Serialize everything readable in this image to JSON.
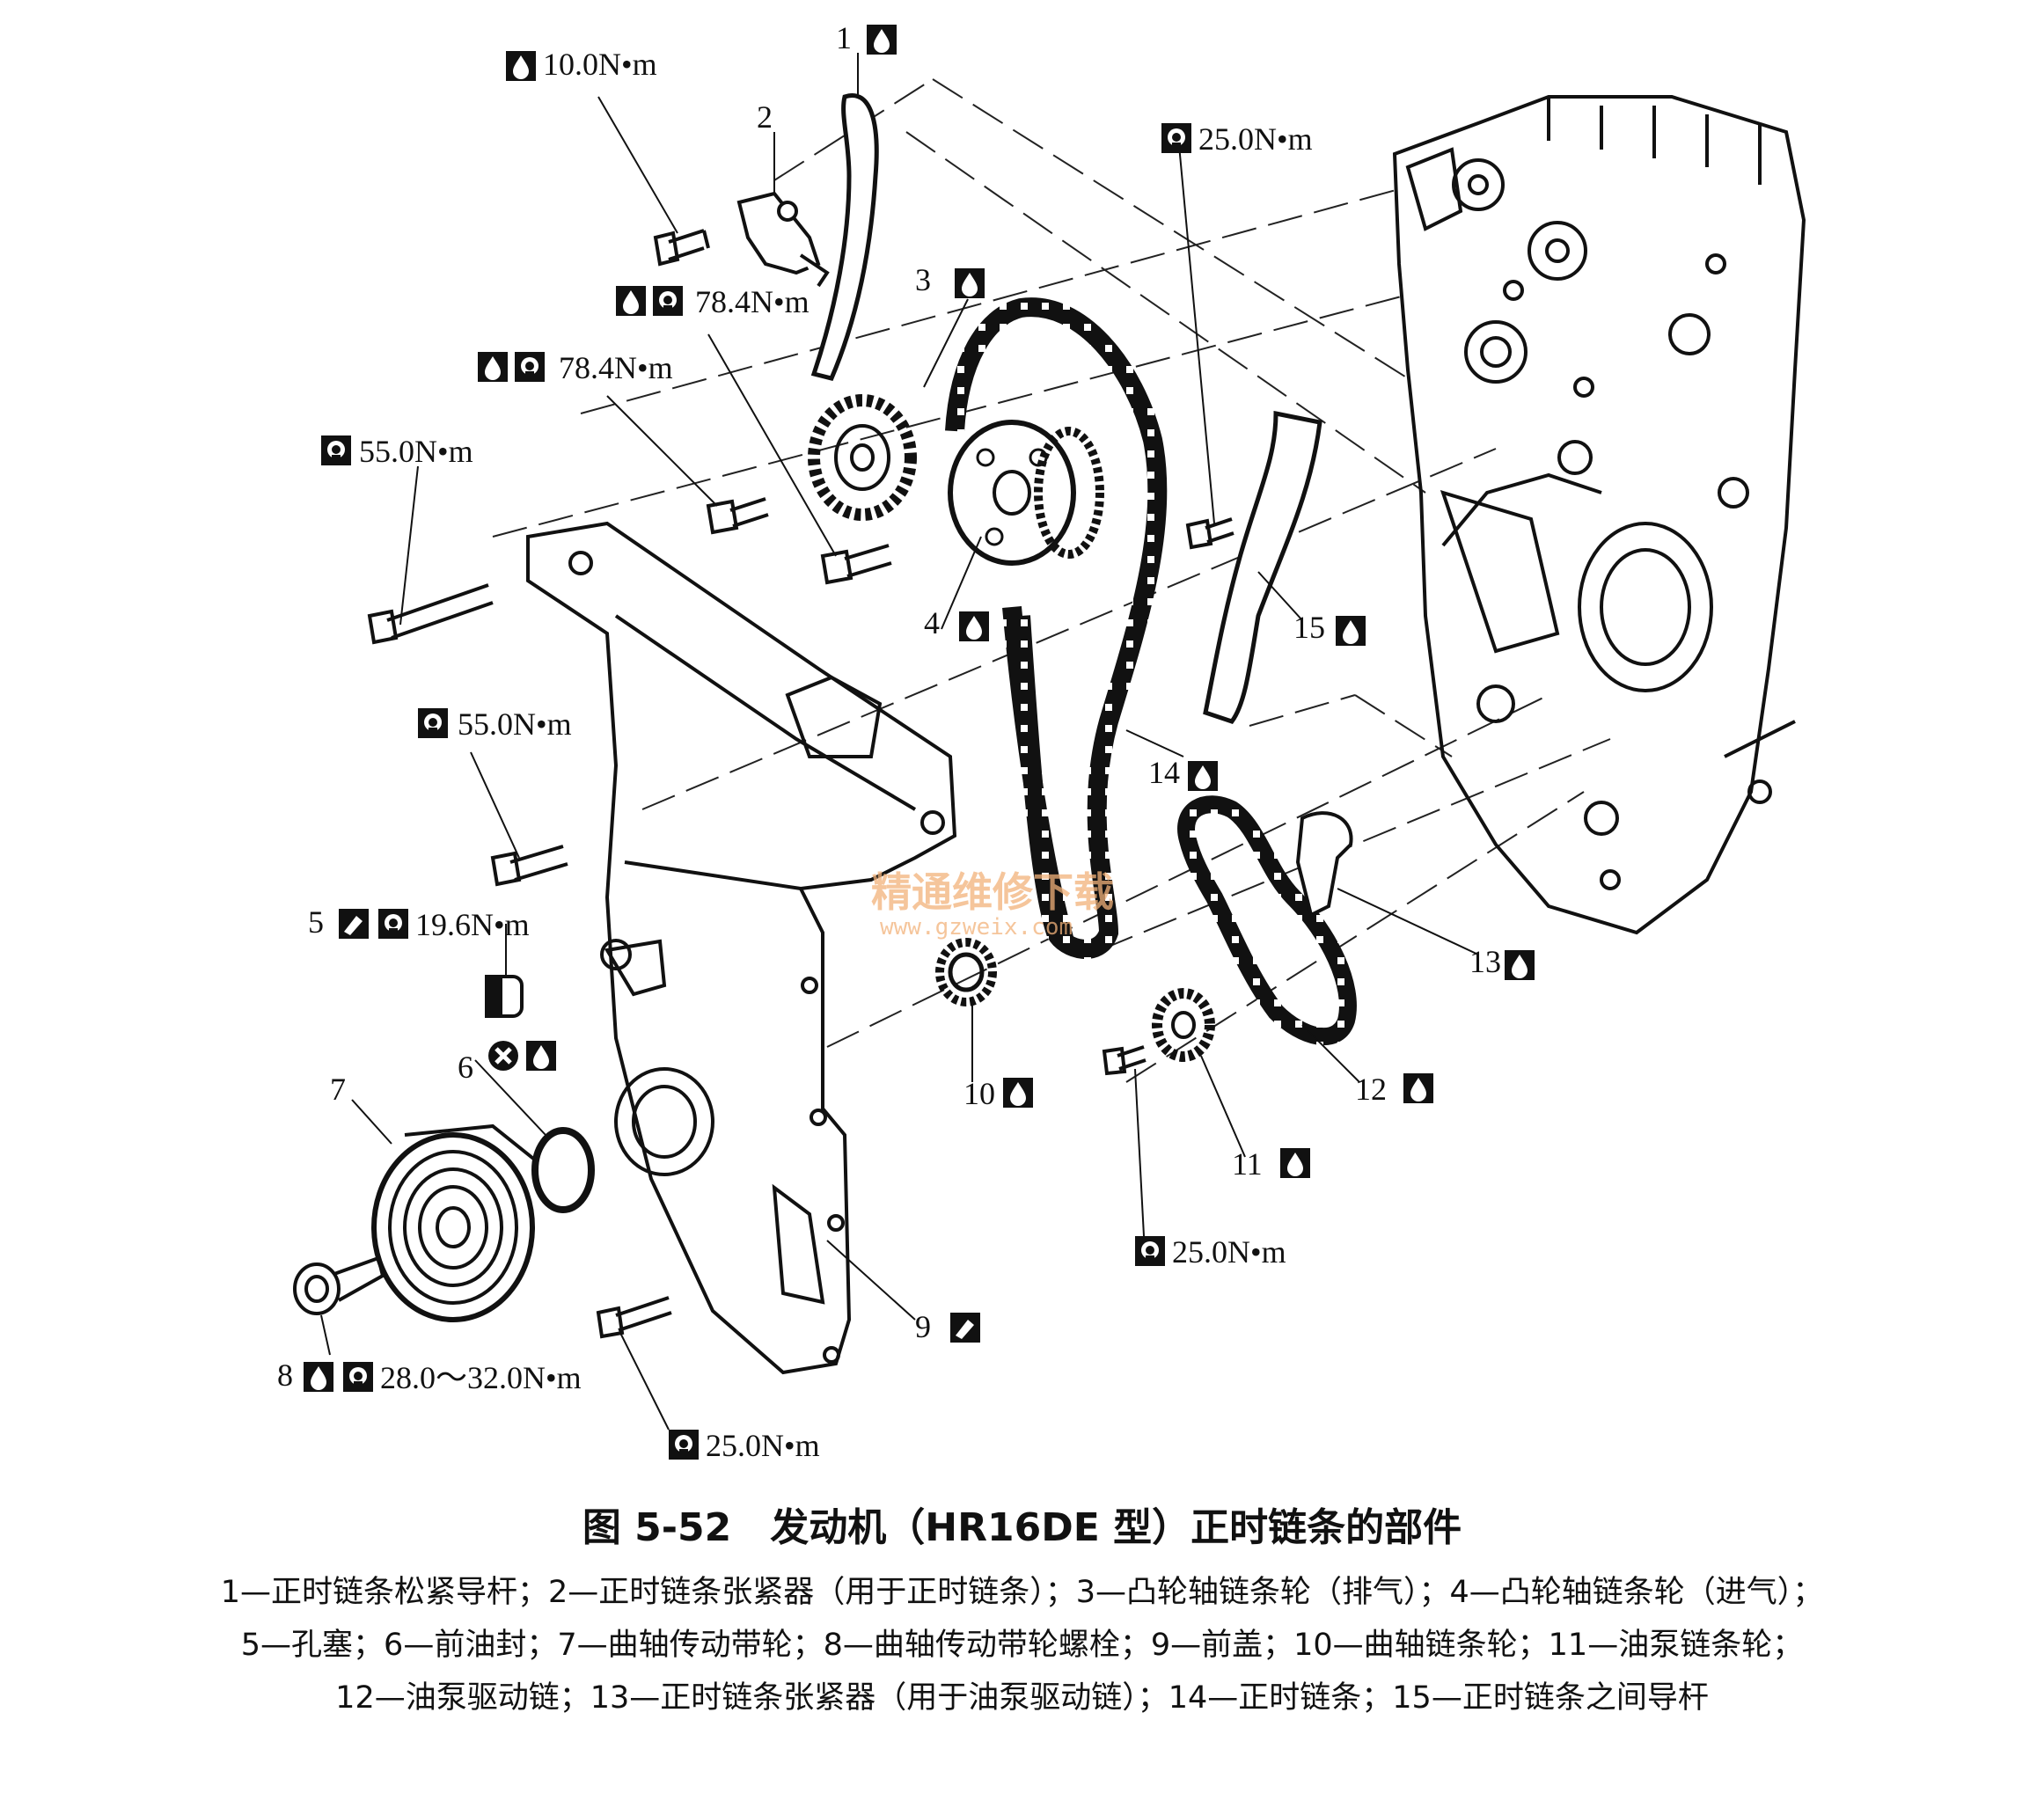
{
  "diagram": {
    "callouts": [
      "1",
      "2",
      "3",
      "4",
      "5",
      "6",
      "7",
      "8",
      "9",
      "10",
      "11",
      "12",
      "13",
      "14",
      "15"
    ],
    "torques": [
      "10.0N•m",
      "78.4N•m",
      "78.4N•m",
      "55.0N•m",
      "55.0N•m",
      "25.0N•m",
      "19.6N•m",
      "28.0～32.0N•m",
      "25.0N•m",
      "25.0N•m"
    ],
    "icons": [
      "oil-drop-icon",
      "torque-wrench-icon",
      "sealant-icon",
      "no-reuse-icon"
    ],
    "watermark": {
      "text": "精通维修下载",
      "url": "www.gzweix.com"
    }
  },
  "caption": {
    "title": "图 5-52　发动机（HR16DE 型）正时链条的部件",
    "lines": [
      "1—正时链条松紧导杆；2—正时链条张紧器（用于正时链条）；3—凸轮轴链条轮（排气）；4—凸轮轴链条轮（进气）；",
      "5—孔塞；6—前油封；7—曲轴传动带轮；8—曲轴传动带轮螺栓；9—前盖；10—曲轴链条轮；11—油泵链条轮；",
      "12—油泵驱动链；13—正时链条张紧器（用于油泵驱动链）；14—正时链条；15—正时链条之间导杆"
    ]
  }
}
